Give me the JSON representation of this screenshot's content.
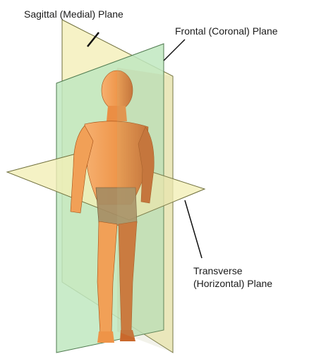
{
  "labels": {
    "sagittal": "Sagittal (Medial) Plane",
    "frontal": "Frontal (Coronal) Plane",
    "transverse_line1": "Transverse",
    "transverse_line2": "(Horizontal) Plane"
  },
  "colors": {
    "sagittal_plane": "#f3efb8",
    "frontal_plane": "#bfe9bf",
    "transverse_plane": "#f2efb6",
    "plane_outline": "#6f6f3c",
    "skin_light": "#f6a65c",
    "skin_dark": "#d9722f",
    "shorts": "#a68c63",
    "leader_line": "#111111"
  }
}
